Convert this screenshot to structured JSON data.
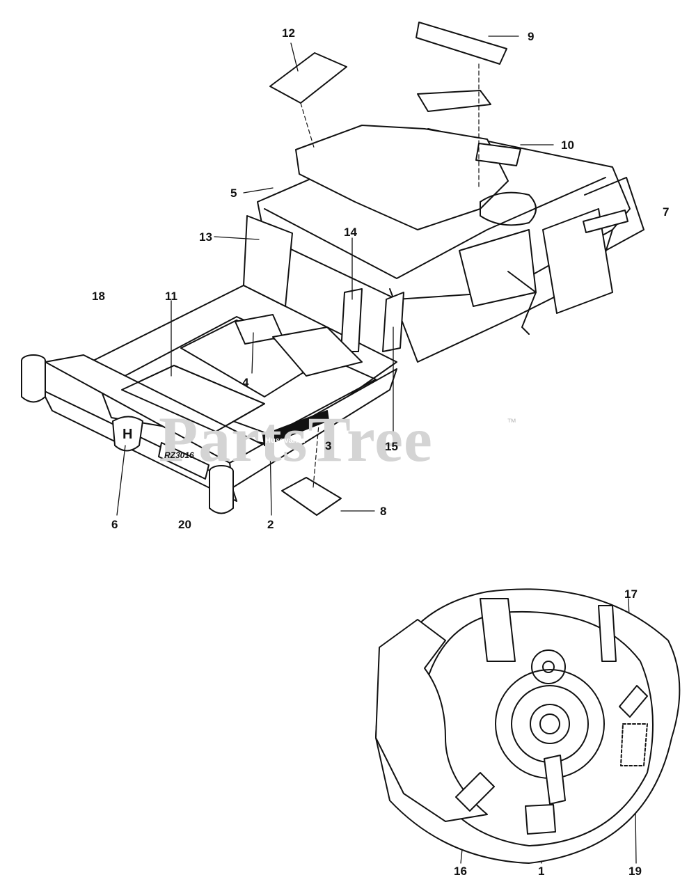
{
  "diagram": {
    "watermark": "PartsTree",
    "watermark_tm": "™",
    "brand_decal": "Husqvarna",
    "model_decal": "RZ3016",
    "logo_letter": "H",
    "callouts": [
      "12",
      "9",
      "10",
      "5",
      "7",
      "13",
      "14",
      "18",
      "11",
      "4",
      "15",
      "3",
      "6",
      "20",
      "2",
      "8",
      "17",
      "16",
      "1",
      "19"
    ]
  }
}
